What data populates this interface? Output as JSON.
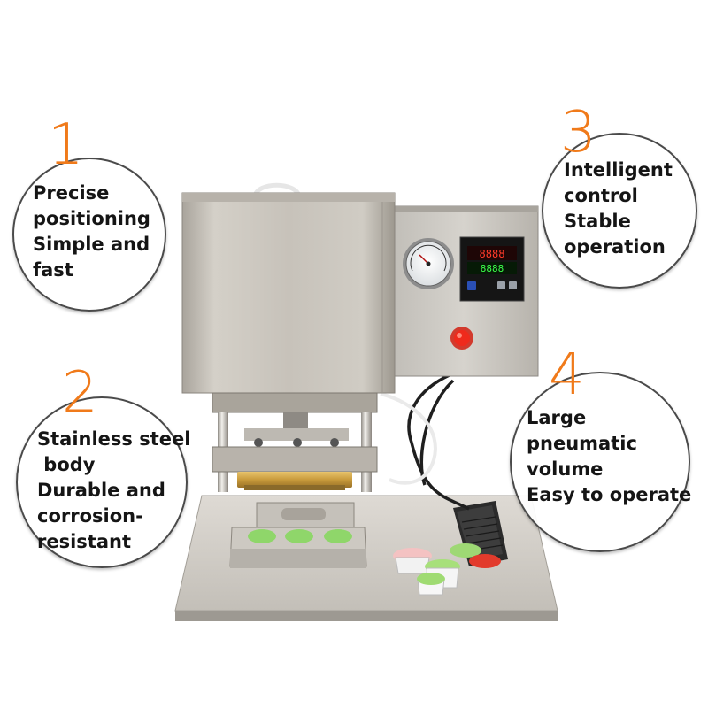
{
  "features": [
    {
      "number": "1",
      "lines": [
        "Precise",
        "positioning",
        "Simple and",
        "fast"
      ]
    },
    {
      "number": "2",
      "lines": [
        "Stainless steel",
        " body",
        "Durable and",
        "corrosion-",
        "resistant"
      ]
    },
    {
      "number": "3",
      "lines": [
        "Intelligent",
        "control",
        "Stable",
        "operation"
      ]
    },
    {
      "number": "4",
      "lines": [
        "Large",
        "pneumatic",
        "volume",
        "Easy to operate"
      ]
    }
  ],
  "controller_display": {
    "top": "8888",
    "bottom": "8888"
  },
  "colors": {
    "number_accent": "#f07a1a",
    "circle_border": "#4a4a4a",
    "steel": "#c9c4bc",
    "indicator_red": "#e8251a",
    "cup_green": "#8fd66a"
  }
}
